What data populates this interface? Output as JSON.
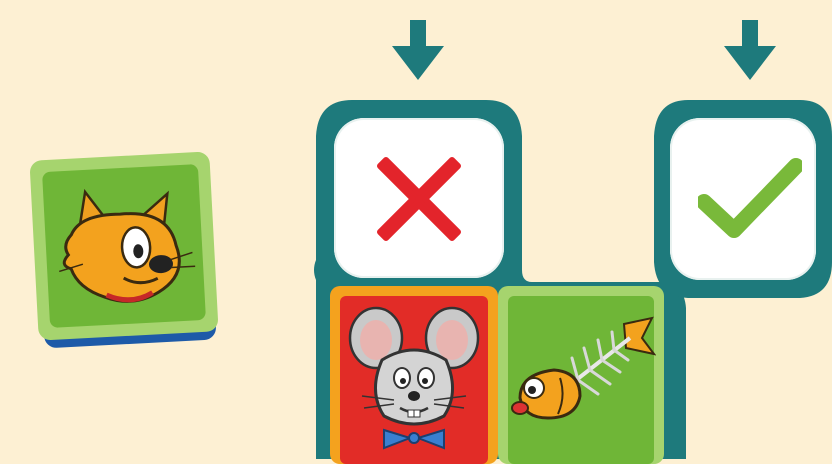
{
  "colors": {
    "background": "#fdf0d3",
    "frame": "#1e7a7c",
    "cross": "#e3242b",
    "check": "#79b93a"
  },
  "icons": {
    "arrow_left": "down-arrow-icon",
    "arrow_right": "down-arrow-icon",
    "reject_slot": "cross-icon",
    "accept_slot": "checkmark-icon"
  },
  "cards": [
    {
      "id": "cat",
      "character": "cat",
      "card_color": "green"
    },
    {
      "id": "mouse",
      "character": "mouse",
      "card_color": "red"
    },
    {
      "id": "fish",
      "character": "fish-skeleton",
      "card_color": "green"
    }
  ]
}
